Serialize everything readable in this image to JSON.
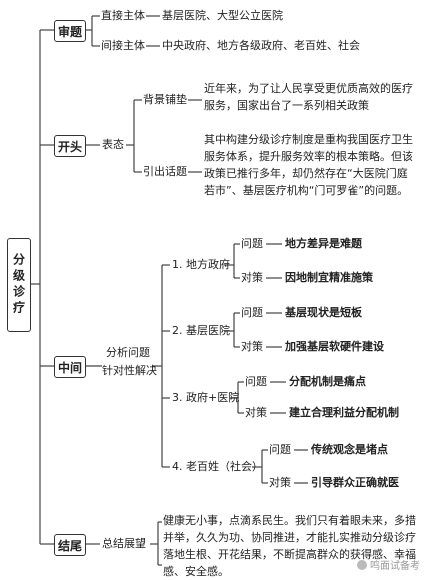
{
  "root": "分级诊疗",
  "sections": {
    "review": {
      "label": "审题",
      "items": [
        {
          "key": "直接主体",
          "value": "基层医院、大型公立医院"
        },
        {
          "key": "间接主体",
          "value": "中央政府、地方各级政府、老百姓、社会"
        }
      ]
    },
    "opening": {
      "label": "开头",
      "stance": "表态",
      "background_label": "背景铺垫",
      "background_text": "近年来，为了让人民享受更优质高效的医疗服务，国家出台了一系列相关政策",
      "topic_label": "引出话题",
      "topic_text": "其中构建分级诊疗制度是重构我国医疗卫生服务体系，提升服务效率的根本策略。但该政策已推行多年，却仍然存在“大医院门庭若市”、基层医疗机构“门可罗雀”的问题。"
    },
    "middle": {
      "label": "中间",
      "method_line1": "分析问题",
      "method_line2": "针对性解决",
      "problem_label": "问题",
      "solution_label": "对策",
      "groups": [
        {
          "name": "1. 地方政府",
          "problem": "地方差异是难题",
          "solution": "因地制宜精准施策"
        },
        {
          "name": "2. 基层医院",
          "problem": "基层现状是短板",
          "solution": "加强基层软硬件建设"
        },
        {
          "name": "3. 政府+医院",
          "problem": "分配机制是痛点",
          "solution": "建立合理利益分配机制"
        },
        {
          "name": "4. 老百姓（社会）",
          "problem": "传统观念是堵点",
          "solution": "引导群众正确就医"
        }
      ]
    },
    "ending": {
      "label": "结尾",
      "summary_label": "总结展望",
      "text": "健康无小事，点滴系民生。我们只有着眼未来，多措并举，久久为功、协同推进，才能扎实推动分级诊疗落地生根、开花结果，不断提高群众的获得感、幸福感、安全感。"
    }
  },
  "watermark": "鸣面试备考"
}
